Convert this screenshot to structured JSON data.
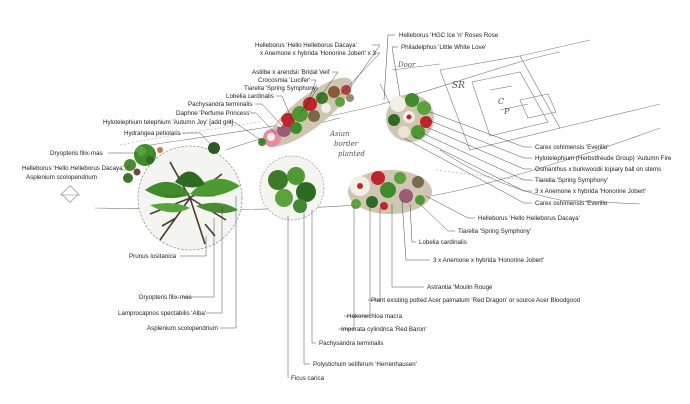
{
  "handwritten": {
    "area": [
      "Asian",
      "border",
      "planted"
    ],
    "door": "Door",
    "sr": "SR",
    "cp": [
      "C",
      "P"
    ]
  },
  "labels_top": [
    "Helleborus 'Hello Helleborus Dacaya'",
    "x Anemone x hybrida 'Honorine Jobert' x 3",
    "Astilbe x arendsii 'Bridal Veil'",
    "Crocosmia 'Lucifer'",
    "Tiarella 'Spring Symphony'",
    "Lobelia cardinalis",
    "Pachysandra terminalis",
    "Daphne 'Perfume Princess'",
    "Hylotelephium telephium 'Autumn Joy' [add grit]",
    "Hydrangea petiolaris",
    "Dryopteris filix-mas",
    "Helleborus 'Hello Helleborus Dacaya'",
    "Asplenium scolopendrium"
  ],
  "labels_top_right": [
    "Helleborus 'HGC Ice 'n' Roses Rose",
    "Philadelphus 'Little White Love'"
  ],
  "labels_right": [
    "Carex oshimensis 'Everillo'",
    "Hylotelephium (Herbstfreude Group) 'Autumn Fire",
    "Osmanthus x burkwoodii topiary ball on stems",
    "Tiarella 'Spring Symphony'",
    "3 x Anemone x hybrida 'Honorine Jobert'",
    "Carex oshimensis 'Everillo",
    "Helleborus 'Hello Helleborus Dacaya'",
    "Tiarella 'Spring Symphony'",
    "Lobelia cardinalis",
    "3 x Anemone x hybrida 'Honorine Jobert'"
  ],
  "labels_bottom": [
    "Astrantia 'Moulin Rouge",
    "Plant existing potted Acer palmatum 'Red Dragon' or source Acer Bloodgood",
    "Hakonechloa macra",
    "Imperata cylindrica 'Red Baron'",
    "Pachysandra terminalis",
    "Polystichum setiferum 'Herrenhausen'",
    "Ficus carica"
  ],
  "labels_bottom_left": [
    "Prunus lusitanica",
    "Dryopteris filix-mas",
    "Lamprocapnos spectabilis 'Alba'",
    "Asplenium scolopendrium"
  ],
  "colors": {
    "fern": "#3f8a2a",
    "foliage_dark": "#2f5a26",
    "bloom_red": "#c0242a",
    "bloom_pink": "#e58aa0",
    "bloom_white": "#f2efe6",
    "trunk": "#4a3b2c",
    "gravel": "#9b8a6e"
  }
}
